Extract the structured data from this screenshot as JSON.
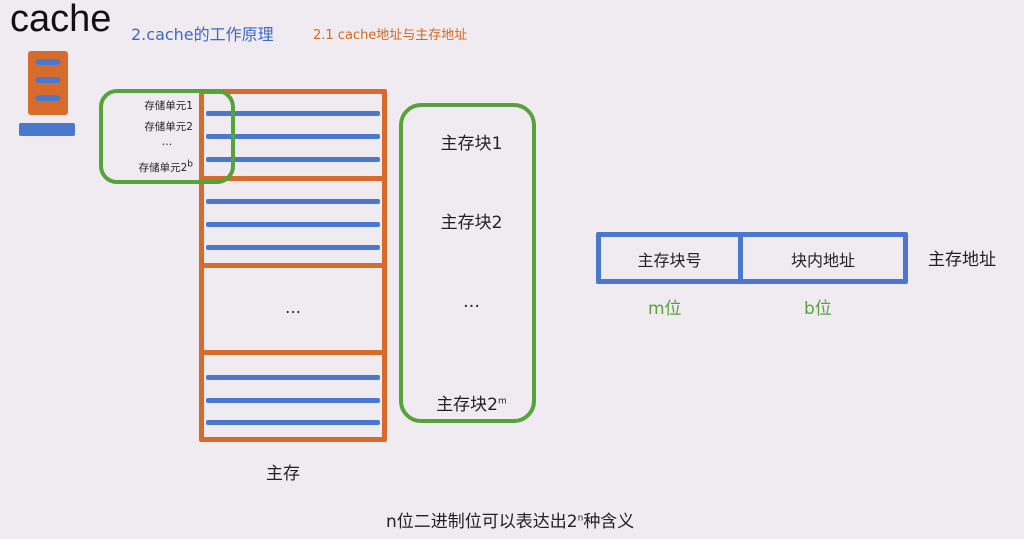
{
  "header": {
    "title": "cache",
    "section": "2.cache的工作原理",
    "subsection": "2.1 cache地址与主存地址"
  },
  "memory": {
    "cells": {
      "cell1": "存储单元1",
      "cell2": "存储单元2",
      "ellipsis": "…",
      "celln_base": "存储单元2",
      "celln_sup": "b"
    },
    "middle_ellipsis": "…",
    "caption": "主存"
  },
  "blocks": {
    "block1": "主存块1",
    "block2": "主存块2",
    "ellipsis": "…",
    "blockn_base": "主存块2",
    "blockn_sup": "m"
  },
  "address": {
    "field1": "主存块号",
    "field2": "块内地址",
    "field1_bits": "m位",
    "field2_bits": "b位",
    "label": "主存地址"
  },
  "footer": {
    "note_prefix": "n位二进制位可以表达出2",
    "note_sup": "n",
    "note_suffix": "种含义"
  },
  "colors": {
    "orange": "#d66b2b",
    "blue": "#4b78cf",
    "green": "#58a23c",
    "background": "#efebf1"
  }
}
